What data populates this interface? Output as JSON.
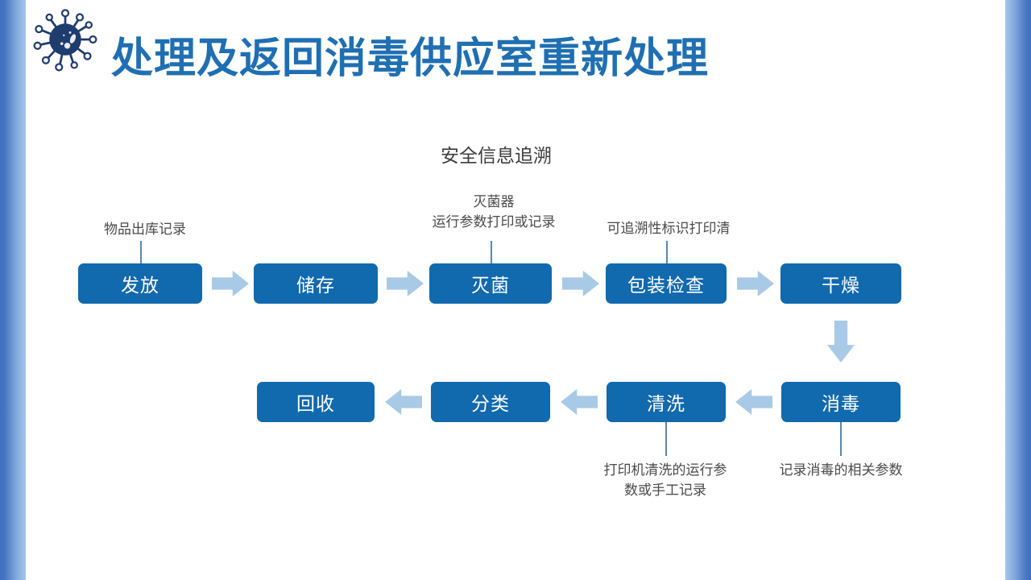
{
  "slide": {
    "title": "处理及返回消毒供应室重新处理",
    "title_color": "#1F6FB2",
    "box_color": "#1169AE",
    "arrow_color": "#A8CAE6",
    "edge_bar_color": "#4874C2",
    "virus_icon_color": "#1F3C6E",
    "virus_icon_name": "virus-icon"
  },
  "diagram": {
    "heading": "安全信息追溯",
    "top_notes": [
      {
        "text": "物品出库记录"
      },
      {
        "text": "灭菌器\n运行参数打印或记录"
      },
      {
        "text": "可追溯性标识打印清"
      }
    ],
    "bottom_notes": [
      {
        "text": "打印机清洗的运行参\n数或手工记录"
      },
      {
        "text": "记录消毒的相关参数"
      }
    ],
    "row1": [
      {
        "label": "发放"
      },
      {
        "label": "储存"
      },
      {
        "label": "灭菌"
      },
      {
        "label": "包装检查"
      },
      {
        "label": "干燥"
      }
    ],
    "row2": [
      {
        "label": "回收"
      },
      {
        "label": "分类"
      },
      {
        "label": "清洗"
      },
      {
        "label": "消毒"
      }
    ]
  }
}
